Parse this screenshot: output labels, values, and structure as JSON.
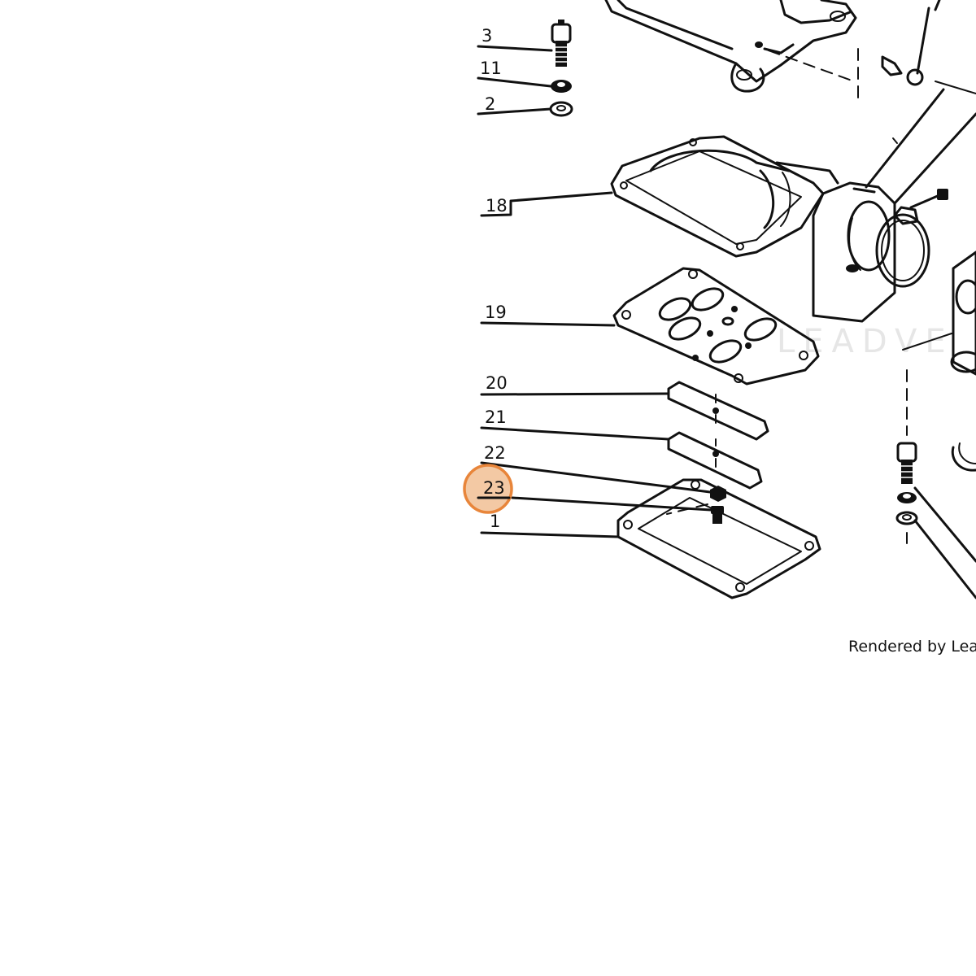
{
  "diagram": {
    "callouts": [
      {
        "id": "c3",
        "label": "3"
      },
      {
        "id": "c11",
        "label": "11"
      },
      {
        "id": "c2",
        "label": "2"
      },
      {
        "id": "c18",
        "label": "18"
      },
      {
        "id": "c19",
        "label": "19"
      },
      {
        "id": "c20",
        "label": "20"
      },
      {
        "id": "c21",
        "label": "21"
      },
      {
        "id": "c22",
        "label": "22"
      },
      {
        "id": "c23",
        "label": "23"
      },
      {
        "id": "c1",
        "label": "1"
      }
    ],
    "highlighted_callout": "23",
    "highlight_color": "#e8853a",
    "highlight_fill": "#f3c9a4",
    "watermark_text": "LEADVE",
    "credit_text": "Rendered by LeadV"
  }
}
